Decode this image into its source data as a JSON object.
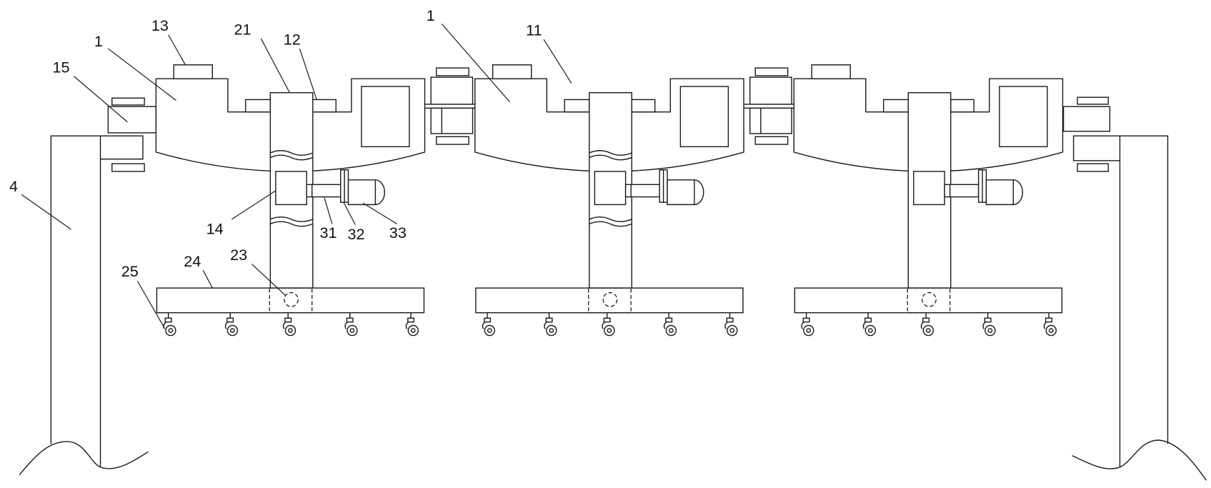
{
  "reference_numerals": [
    "13",
    "21",
    "12",
    "1",
    "15",
    "4",
    "14",
    "31",
    "32",
    "33",
    "25",
    "24",
    "23",
    "1",
    "11"
  ],
  "colors": {
    "line": "#1a1a1a",
    "background": "#ffffff"
  }
}
